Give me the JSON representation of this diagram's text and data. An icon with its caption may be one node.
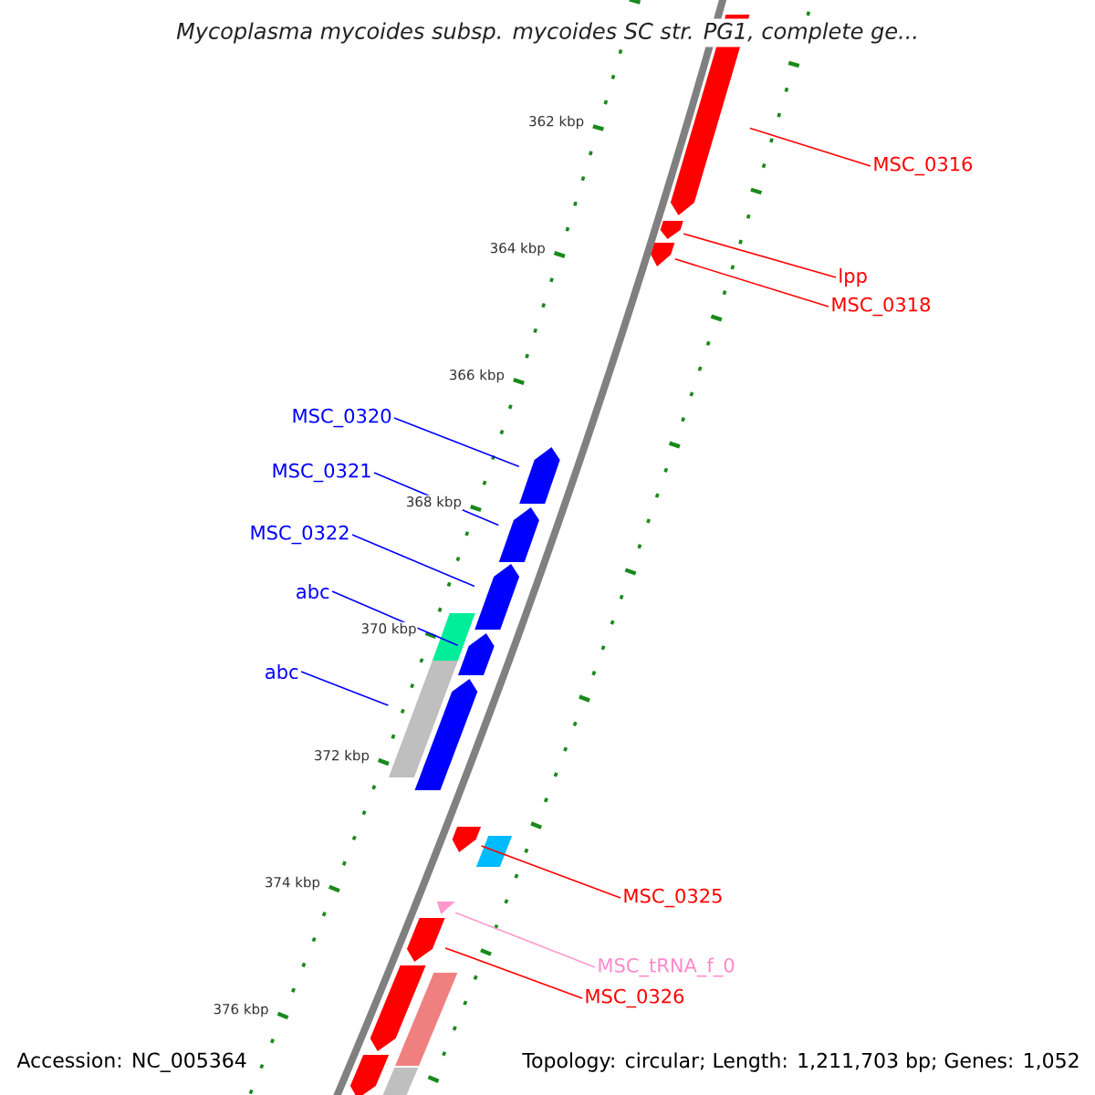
{
  "diagram": {
    "title": "Mycoplasma mycoides subsp. mycoides SC str. PG1, complete ge...",
    "nodes": [
      {
        "text": [
          "MSC_0316"
        ]
      },
      {
        "text": [],
        "shape": "arrow"
      },
      {
        "text": [
          "lpp"
        ]
      },
      {
        "text": [],
        "shape": "arrow"
      },
      {
        "text": [
          "MSC_0318"
        ]
      },
      {
        "text": [],
        "shape": "arrow"
      },
      {
        "text": [
          "MSC_0320"
        ]
      },
      {
        "text": [],
        "shape": "arrow"
      },
      {
        "text": [
          "MSC_0321"
        ]
      },
      {
        "text": [],
        "shape": "arrow"
      },
      {
        "text": [
          "MSC_0322"
        ]
      },
      {
        "text": [],
        "shape": "arrow"
      },
      {
        "text": [
          "abc"
        ]
      },
      {
        "text": [],
        "shape": "arrow"
      },
      {
        "text": [
          "abc"
        ]
      },
      {
        "text": [],
        "shape": "arrow"
      },
      {
        "text": [
          "MSC_0325"
        ]
      },
      {
        "text": [],
        "shape": "arrow"
      },
      {
        "text": [
          "MSC_tRNA_f_0"
        ]
      },
      {
        "text": [],
        "shape": "triangle"
      },
      {
        "text": [
          "MSC_0326"
        ]
      },
      {
        "text": [],
        "shape": "arrow"
      },
      {
        "text": [],
        "shape": "box"
      },
      {
        "text": [],
        "shape": "box"
      },
      {
        "text": [],
        "shape": "box"
      },
      {
        "text": [],
        "shape": "arrow"
      },
      {
        "text": [],
        "shape": "arrow"
      },
      {
        "text": [],
        "shape": "box"
      },
      {
        "text": [],
        "shape": "box"
      }
    ],
    "edges": [
      {
        "from": 0,
        "to": 1,
        "arrow": "none"
      },
      {
        "from": 2,
        "to": 3,
        "arrow": "none"
      },
      {
        "from": 4,
        "to": 5,
        "arrow": "none"
      },
      {
        "from": 6,
        "to": 7,
        "arrow": "none",
        "color": "#0000ff"
      },
      {
        "from": 8,
        "to": 9,
        "arrow": "none",
        "color": "#0000ff"
      },
      {
        "from": 10,
        "to": 11,
        "arrow": "none",
        "color": "#0000ff"
      },
      {
        "from": 12,
        "to": 13,
        "arrow": "none",
        "color": "#0000ff"
      },
      {
        "from": 14,
        "to": 23,
        "arrow": "none",
        "color": "#0000ff"
      },
      {
        "from": 16,
        "to": 17,
        "arrow": "none"
      },
      {
        "from": 18,
        "to": 19,
        "arrow": "none",
        "color": "#ff99cc"
      },
      {
        "from": 20,
        "to": 21,
        "arrow": "none"
      }
    ],
    "labels": [
      "362 kbp",
      "364 kbp",
      "366 kbp",
      "368 kbp",
      "370 kbp",
      "372 kbp",
      "374 kbp",
      "376 kbp",
      "Accession: NC_005364",
      "Topology: circular; Length: 1,211,703 bp; Genes: 1,052"
    ]
  }
}
